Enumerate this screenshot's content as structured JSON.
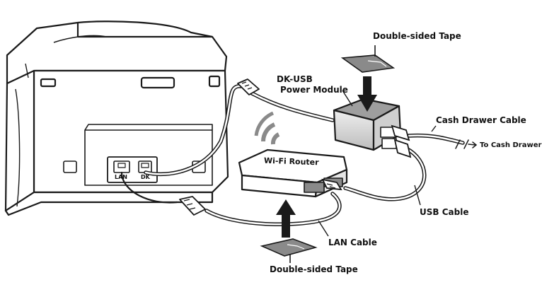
{
  "labels": {
    "tape_top": "Double-sided Tape",
    "module_line1": "DK-USB",
    "module_line2": "Power Module",
    "cash_drawer_cable": "Cash Drawer Cable",
    "to_cash_drawer": "To Cash Drawer",
    "router": "Wi-Fi Router",
    "usb_cable": "USB Cable",
    "lan_cable": "LAN Cable",
    "tape_bottom": "Double-sided Tape",
    "port_lan": "LAN",
    "port_dk": "DK"
  },
  "icons": [
    "printer-icon",
    "wifi-icon",
    "rj45-plug-icon",
    "usb-plug-icon",
    "arrow-down-icon",
    "arrow-up-icon"
  ],
  "colors": {
    "line": "#1a1a1a",
    "fill_gray": "#d9d9d9",
    "fill_dark": "#8a8a8a",
    "fill_light": "#f4f4f4"
  }
}
